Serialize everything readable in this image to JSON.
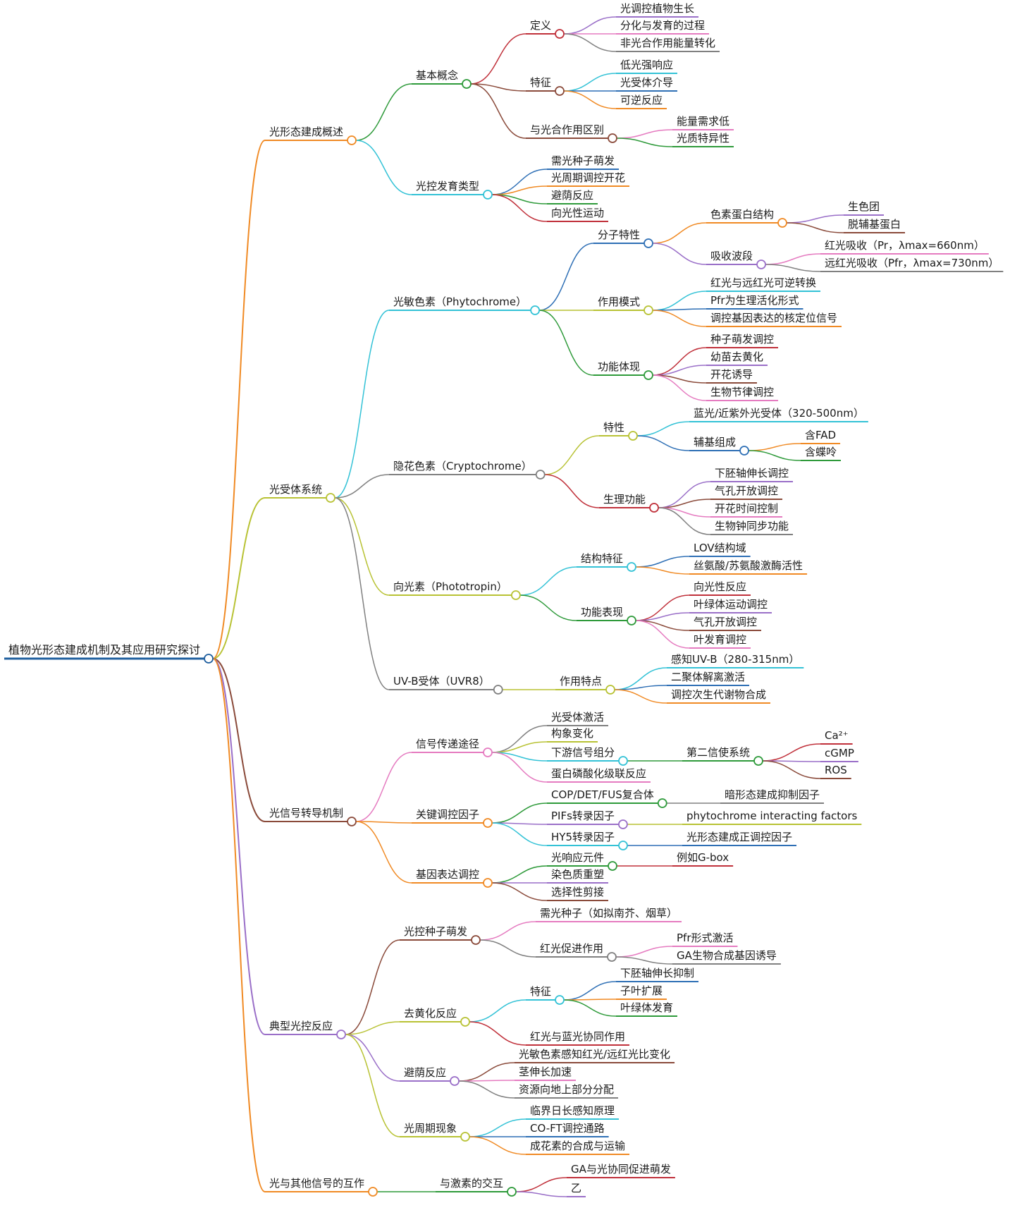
{
  "root": {
    "label": "植物光形态建成机制及其应用研究探讨",
    "color": "#1f5f9f"
  },
  "branches": [
    {
      "label": "光形态建成概述",
      "color": "#f08a24",
      "children": [
        {
          "label": "基本概念",
          "color": "#2e9a3a",
          "children": [
            {
              "label": "定义",
              "color": "#c0303a",
              "children": [
                {
                  "label": "光调控植物生长",
                  "color": "#9a6fc8"
                },
                {
                  "label": "分化与发育的过程",
                  "color": "#e57bc0"
                },
                {
                  "label": "非光合作用能量转化",
                  "color": "#808080"
                }
              ]
            },
            {
              "label": "特征",
              "color": "#8a4a3a",
              "children": [
                {
                  "label": "低光强响应",
                  "color": "#33c2d6"
                },
                {
                  "label": "光受体介导",
                  "color": "#2e6fb5"
                },
                {
                  "label": "可逆反应",
                  "color": "#f08a24"
                }
              ]
            },
            {
              "label": "与光合作用区别",
              "color": "#8a4a3a",
              "children": [
                {
                  "label": "能量需求低",
                  "color": "#e57bc0"
                },
                {
                  "label": "光质特异性",
                  "color": "#2e9a3a"
                }
              ]
            }
          ]
        },
        {
          "label": "光控发育类型",
          "color": "#33c2d6",
          "children": [
            {
              "label": "需光种子萌发",
              "color": "#2e6fb5"
            },
            {
              "label": "光周期调控开花",
              "color": "#f08a24"
            },
            {
              "label": "避荫反应",
              "color": "#2e9a3a"
            },
            {
              "label": "向光性运动",
              "color": "#c0303a"
            }
          ]
        }
      ]
    },
    {
      "label": "光受体系统",
      "color": "#b8c234",
      "children": [
        {
          "label": "光敏色素（Phytochrome）",
          "color": "#33c2d6",
          "children": [
            {
              "label": "分子特性",
              "color": "#2e6fb5",
              "children": [
                {
                  "label": "色素蛋白结构",
                  "color": "#f08a24",
                  "children": [
                    {
                      "label": "生色团",
                      "color": "#9a6fc8"
                    },
                    {
                      "label": "脱辅基蛋白",
                      "color": "#8a4a3a"
                    }
                  ]
                },
                {
                  "label": "吸收波段",
                  "color": "#9a6fc8",
                  "children": [
                    {
                      "label": "红光吸收（Pr，λmax=660nm）",
                      "color": "#e57bc0"
                    },
                    {
                      "label": "远红光吸收（Pfr，λmax=730nm）",
                      "color": "#808080"
                    }
                  ]
                }
              ]
            },
            {
              "label": "作用模式",
              "color": "#b8c234",
              "children": [
                {
                  "label": "红光与远红光可逆转换",
                  "color": "#33c2d6"
                },
                {
                  "label": "Pfr为生理活化形式",
                  "color": "#2e6fb5"
                },
                {
                  "label": "调控基因表达的核定位信号",
                  "color": "#f08a24"
                }
              ]
            },
            {
              "label": "功能体现",
              "color": "#2e9a3a",
              "children": [
                {
                  "label": "种子萌发调控",
                  "color": "#c0303a"
                },
                {
                  "label": "幼苗去黄化",
                  "color": "#9a6fc8"
                },
                {
                  "label": "开花诱导",
                  "color": "#8a4a3a"
                },
                {
                  "label": "生物节律调控",
                  "color": "#e57bc0"
                }
              ]
            }
          ]
        },
        {
          "label": "隐花色素（Cryptochrome）",
          "color": "#808080",
          "children": [
            {
              "label": "特性",
              "color": "#b8c234",
              "children": [
                {
                  "label": "蓝光/近紫外光受体（320-500nm）",
                  "color": "#33c2d6"
                },
                {
                  "label": "辅基组成",
                  "color": "#2e6fb5",
                  "children": [
                    {
                      "label": "含FAD",
                      "color": "#f08a24"
                    },
                    {
                      "label": "含蝶呤",
                      "color": "#2e9a3a"
                    }
                  ]
                }
              ]
            },
            {
              "label": "生理功能",
              "color": "#c0303a",
              "children": [
                {
                  "label": "下胚轴伸长调控",
                  "color": "#9a6fc8"
                },
                {
                  "label": "气孔开放调控",
                  "color": "#8a4a3a"
                },
                {
                  "label": "开花时间控制",
                  "color": "#e57bc0"
                },
                {
                  "label": "生物钟同步功能",
                  "color": "#808080"
                }
              ]
            }
          ]
        },
        {
          "label": "向光素（Phototropin）",
          "color": "#b8c234",
          "children": [
            {
              "label": "结构特征",
              "color": "#33c2d6",
              "children": [
                {
                  "label": "LOV结构域",
                  "color": "#2e6fb5"
                },
                {
                  "label": "丝氨酸/苏氨酸激酶活性",
                  "color": "#f08a24"
                }
              ]
            },
            {
              "label": "功能表现",
              "color": "#2e9a3a",
              "children": [
                {
                  "label": "向光性反应",
                  "color": "#c0303a"
                },
                {
                  "label": "叶绿体运动调控",
                  "color": "#9a6fc8"
                },
                {
                  "label": "气孔开放调控",
                  "color": "#8a4a3a"
                },
                {
                  "label": "叶发育调控",
                  "color": "#e57bc0"
                }
              ]
            }
          ]
        },
        {
          "label": "UV-B受体（UVR8）",
          "color": "#808080",
          "children": [
            {
              "label": "作用特点",
              "color": "#b8c234",
              "children": [
                {
                  "label": "感知UV-B（280-315nm）",
                  "color": "#33c2d6"
                },
                {
                  "label": "二聚体解离激活",
                  "color": "#2e6fb5"
                },
                {
                  "label": "调控次生代谢物合成",
                  "color": "#f08a24"
                }
              ]
            }
          ]
        }
      ]
    },
    {
      "label": "光信号转导机制",
      "color": "#8a4a3a",
      "children": [
        {
          "label": "信号传递途径",
          "color": "#e57bc0",
          "children": [
            {
              "label": "光受体激活",
              "color": "#808080"
            },
            {
              "label": "构象变化",
              "color": "#b8c234"
            },
            {
              "label": "下游信号组分",
              "color": "#33c2d6",
              "children": [
                {
                  "label": "第二信使系统",
                  "color": "#2e9a3a",
                  "children": [
                    {
                      "label": "Ca²⁺",
                      "color": "#c0303a"
                    },
                    {
                      "label": "cGMP",
                      "color": "#9a6fc8"
                    },
                    {
                      "label": "ROS",
                      "color": "#8a4a3a"
                    }
                  ]
                }
              ]
            },
            {
              "label": "蛋白磷酸化级联反应",
              "color": "#e57bc0"
            }
          ]
        },
        {
          "label": "关键调控因子",
          "color": "#f08a24",
          "children": [
            {
              "label": "COP/DET/FUS复合体",
              "color": "#2e9a3a",
              "children": [
                {
                  "label": "暗形态建成抑制因子",
                  "color": "#808080"
                }
              ]
            },
            {
              "label": "PIFs转录因子",
              "color": "#9a6fc8",
              "children": [
                {
                  "label": "phytochrome interacting factors",
                  "color": "#b8c234"
                }
              ]
            },
            {
              "label": "HY5转录因子",
              "color": "#33c2d6",
              "children": [
                {
                  "label": "光形态建成正调控因子",
                  "color": "#2e6fb5"
                }
              ]
            }
          ]
        },
        {
          "label": "基因表达调控",
          "color": "#f08a24",
          "children": [
            {
              "label": "光响应元件",
              "color": "#2e9a3a",
              "children": [
                {
                  "label": "例如G-box",
                  "color": "#c0303a"
                }
              ]
            },
            {
              "label": "染色质重塑",
              "color": "#9a6fc8"
            },
            {
              "label": "选择性剪接",
              "color": "#8a4a3a"
            }
          ]
        }
      ]
    },
    {
      "label": "典型光控反应",
      "color": "#9a6fc8",
      "children": [
        {
          "label": "光控种子萌发",
          "color": "#8a4a3a",
          "children": [
            {
              "label": "需光种子（如拟南芥、烟草）",
              "color": "#e57bc0"
            },
            {
              "label": "红光促进作用",
              "color": "#808080",
              "children": [
                {
                  "label": "Pfr形式激活",
                  "color": "#e57bc0"
                },
                {
                  "label": "GA生物合成基因诱导",
                  "color": "#808080"
                }
              ]
            }
          ]
        },
        {
          "label": "去黄化反应",
          "color": "#b8c234",
          "children": [
            {
              "label": "特征",
              "color": "#33c2d6",
              "children": [
                {
                  "label": "下胚轴伸长抑制",
                  "color": "#2e6fb5"
                },
                {
                  "label": "子叶扩展",
                  "color": "#f08a24"
                },
                {
                  "label": "叶绿体发育",
                  "color": "#2e9a3a"
                }
              ]
            },
            {
              "label": "红光与蓝光协同作用",
              "color": "#c0303a"
            }
          ]
        },
        {
          "label": "避荫反应",
          "color": "#9a6fc8",
          "children": [
            {
              "label": "光敏色素感知红光/远红光比变化",
              "color": "#8a4a3a"
            },
            {
              "label": "茎伸长加速",
              "color": "#e57bc0"
            },
            {
              "label": "资源向地上部分分配",
              "color": "#808080"
            }
          ]
        },
        {
          "label": "光周期现象",
          "color": "#b8c234",
          "children": [
            {
              "label": "临界日长感知原理",
              "color": "#33c2d6"
            },
            {
              "label": "CO-FT调控通路",
              "color": "#2e6fb5"
            },
            {
              "label": "成花素的合成与运输",
              "color": "#f08a24"
            }
          ]
        }
      ]
    },
    {
      "label": "光与其他信号的互作",
      "color": "#f08a24",
      "children": [
        {
          "label": "与激素的交互",
          "color": "#2e9a3a",
          "children": [
            {
              "label": "GA与光协同促进萌发",
              "color": "#c0303a"
            },
            {
              "label": "乙",
              "color": "#9a6fc8"
            }
          ]
        }
      ]
    }
  ]
}
